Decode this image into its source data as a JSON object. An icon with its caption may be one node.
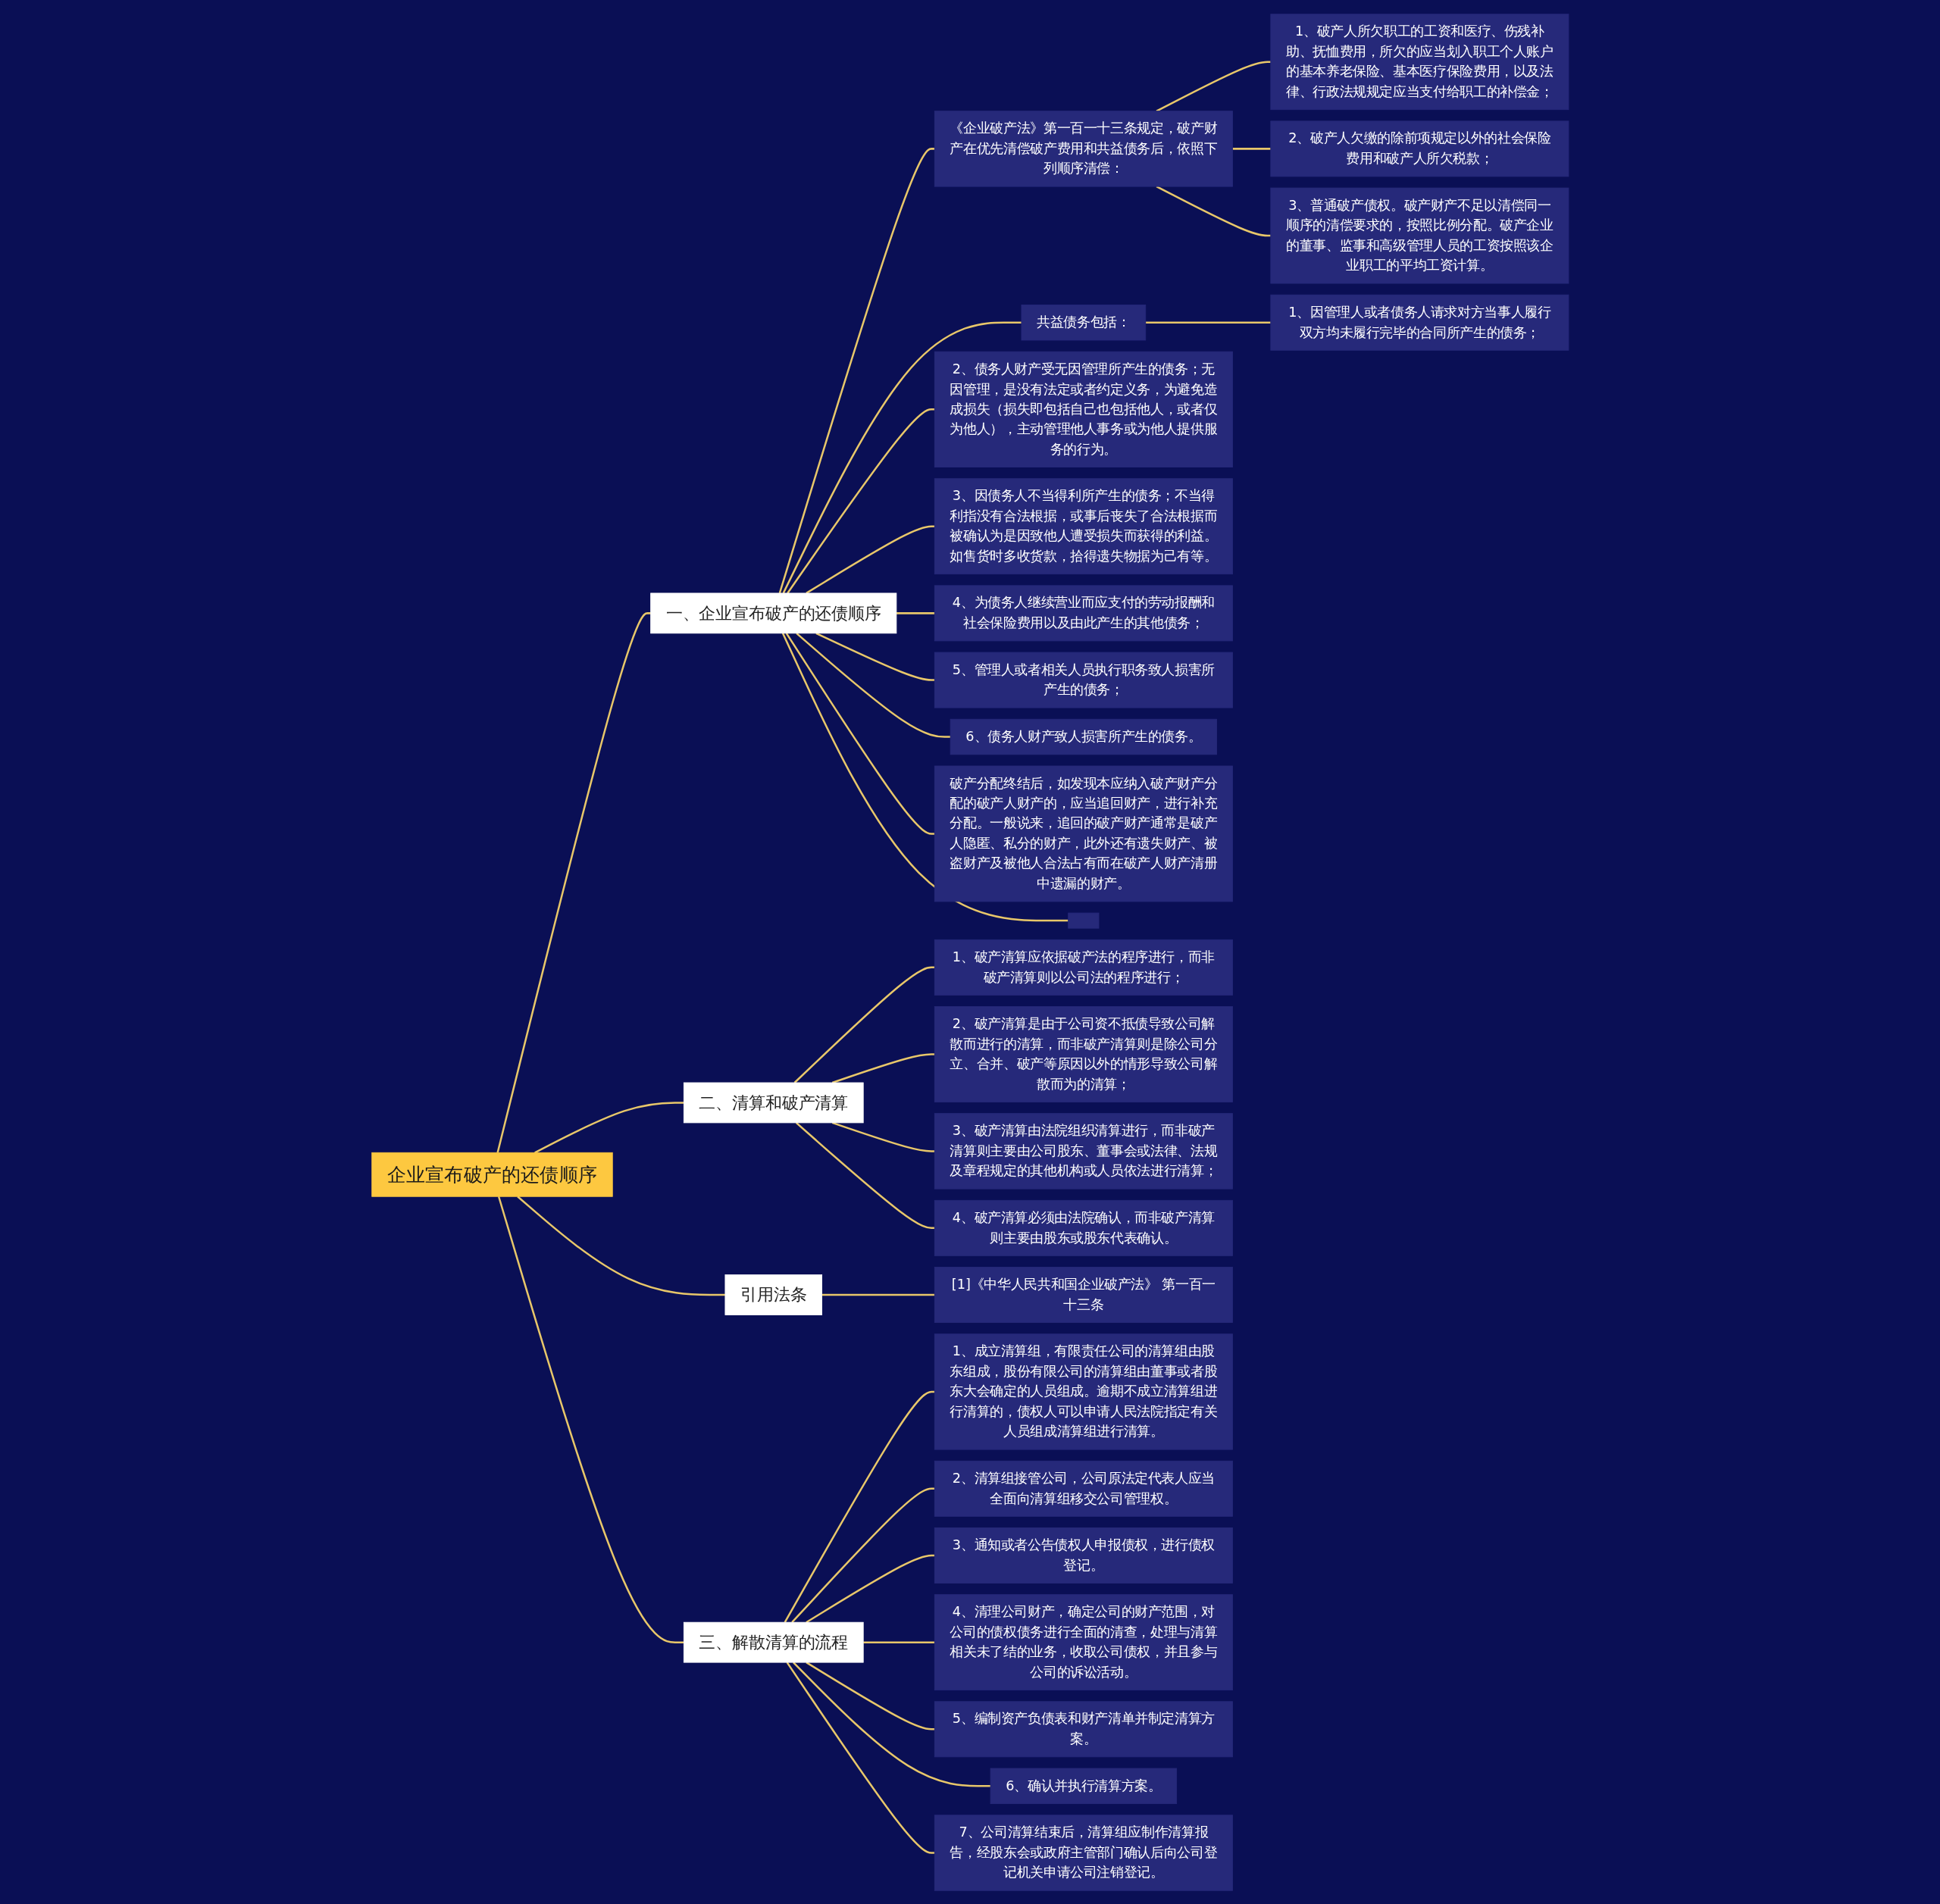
{
  "diagram": {
    "nodes": [
      {
        "text": [
          "企业宣布破产的还债顺序"
        ]
      },
      {
        "text": [
          "一、企业宣布破产的还债顺序"
        ]
      },
      {
        "text": [
          "《企业破产法》第一百一十三条规定，破产财产在优先清偿破产费用和共益债务后，依照下列顺序清偿："
        ]
      },
      {
        "text": [
          "1、破产人所欠职工的工资和医疗、伤残补助、抚恤费用，所欠的应当划入职工个人账户的基本养老保险、基本医疗保险费用，以及法律、行政法规规定应当支付给职工的补偿金；"
        ]
      },
      {
        "text": [
          "2、破产人欠缴的除前项规定以外的社会保险费用和破产人所欠税款；"
        ]
      },
      {
        "text": [
          "3、普通破产债权。破产财产不足以清偿同一顺序的清偿要求的，按照比例分配。破产企业的董事、监事和高级管理人员的工资按照该企业职工的平均工资计算。"
        ]
      },
      {
        "text": [
          "共益债务包括："
        ]
      },
      {
        "text": [
          "1、因管理人或者债务人请求对方当事人履行双方均未履行完毕的合同所产生的债务；"
        ]
      },
      {
        "text": [
          "2、债务人财产受无因管理所产生的债务；无因管理，是没有法定或者约定义务，为避免造成损失（损失即包括自己也包括他人，或者仅为他人），主动管理他人事务或为他人提供服务的行为。"
        ]
      },
      {
        "text": [
          "3、因债务人不当得利所产生的债务；不当得利指没有合法根据，或事后丧失了合法根据而被确认为是因致他人遭受损失而获得的利益。如售货时多收货款，拾得遗失物据为己有等。"
        ]
      },
      {
        "text": [
          "4、为债务人继续营业而应支付的劳动报酬和社会保险费用以及由此产生的其他债务；"
        ]
      },
      {
        "text": [
          "5、管理人或者相关人员执行职务致人损害所产生的债务；"
        ]
      },
      {
        "text": [
          "6、债务人财产致人损害所产生的债务。"
        ]
      },
      {
        "text": [
          "破产分配终结后，如发现本应纳入破产财产分配的破产人财产的，应当追回财产，进行补充分配。一般说来，追回的破产财产通常是破产人隐匿、私分的财产，此外还有遗失财产、被盗财产及被他人合法占有而在破产人财产清册中遗漏的财产。"
        ]
      },
      {
        "text": [],
        "shape": "box"
      },
      {
        "text": [
          "二、清算和破产清算"
        ]
      },
      {
        "text": [
          "1、破产清算应依据破产法的程序进行，而非破产清算则以公司法的程序进行；"
        ]
      },
      {
        "text": [
          "2、破产清算是由于公司资不抵债导致公司解散而进行的清算，而非破产清算则是除公司分立、合并、破产等原因以外的情形导致公司解散而为的清算；"
        ]
      },
      {
        "text": [
          "3、破产清算由法院组织清算进行，而非破产清算则主要由公司股东、董事会或法律、法规及章程规定的其他机构或人员依法进行清算；"
        ]
      },
      {
        "text": [
          "4、破产清算必须由法院确认，而非破产清算则主要由股东或股东代表确认。"
        ]
      },
      {
        "text": [
          "引用法条"
        ]
      },
      {
        "text": [
          "[1]《中华人民共和国企业破产法》 第一百一十三条"
        ]
      },
      {
        "text": [
          "三、解散清算的流程"
        ]
      },
      {
        "text": [
          "1、成立清算组，有限责任公司的清算组由股东组成，股份有限公司的清算组由董事或者股东大会确定的人员组成。逾期不成立清算组进行清算的，债权人可以申请人民法院指定有关人员组成清算组进行清算。"
        ]
      },
      {
        "text": [
          "2、清算组接管公司，公司原法定代表人应当全面向清算组移交公司管理权。"
        ]
      },
      {
        "text": [
          "3、通知或者公告债权人申报债权，进行债权登记。"
        ]
      },
      {
        "text": [
          "4、清理公司财产，确定公司的财产范围，对公司的债权债务进行全面的清查，处理与清算相关未了结的业务，收取公司债权，并且参与公司的诉讼活动。"
        ]
      },
      {
        "text": [
          "5、编制资产负债表和财产清单并制定清算方案。"
        ]
      },
      {
        "text": [
          "6、确认并执行清算方案。"
        ]
      },
      {
        "text": [
          "7、公司清算结束后，清算组应制作清算报告，经股东会或政府主管部门确认后向公司登记机关申请公司注销登记。"
        ]
      }
    ],
    "edges": [
      {
        "from": 0,
        "to": 1,
        "arrow": "none"
      },
      {
        "from": 1,
        "to": 2,
        "arrow": "none"
      },
      {
        "from": 2,
        "to": 3,
        "arrow": "none"
      },
      {
        "from": 2,
        "to": 4,
        "arrow": "none"
      },
      {
        "from": 2,
        "to": 5,
        "arrow": "none"
      },
      {
        "from": 1,
        "to": 6,
        "arrow": "none"
      },
      {
        "from": 6,
        "to": 7,
        "arrow": "none"
      },
      {
        "from": 1,
        "to": 8,
        "arrow": "none"
      },
      {
        "from": 1,
        "to": 9,
        "arrow": "none"
      },
      {
        "from": 1,
        "to": 10,
        "arrow": "none"
      },
      {
        "from": 1,
        "to": 11,
        "arrow": "none"
      },
      {
        "from": 1,
        "to": 12,
        "arrow": "none"
      },
      {
        "from": 1,
        "to": 13,
        "arrow": "none"
      },
      {
        "from": 1,
        "to": 14,
        "arrow": "none"
      },
      {
        "from": 0,
        "to": 15,
        "arrow": "none"
      },
      {
        "from": 15,
        "to": 16,
        "arrow": "none"
      },
      {
        "from": 15,
        "to": 17,
        "arrow": "none"
      },
      {
        "from": 15,
        "to": 18,
        "arrow": "none"
      },
      {
        "from": 15,
        "to": 19,
        "arrow": "none"
      },
      {
        "from": 0,
        "to": 20,
        "arrow": "none"
      },
      {
        "from": 20,
        "to": 21,
        "arrow": "none"
      },
      {
        "from": 0,
        "to": 22,
        "arrow": "none"
      },
      {
        "from": 22,
        "to": 23,
        "arrow": "none"
      },
      {
        "from": 22,
        "to": 24,
        "arrow": "none"
      },
      {
        "from": 22,
        "to": 25,
        "arrow": "none"
      },
      {
        "from": 22,
        "to": 26,
        "arrow": "none"
      },
      {
        "from": 22,
        "to": 27,
        "arrow": "none"
      },
      {
        "from": 22,
        "to": 28,
        "arrow": "none"
      },
      {
        "from": 22,
        "to": 29,
        "arrow": "none"
      }
    ]
  }
}
